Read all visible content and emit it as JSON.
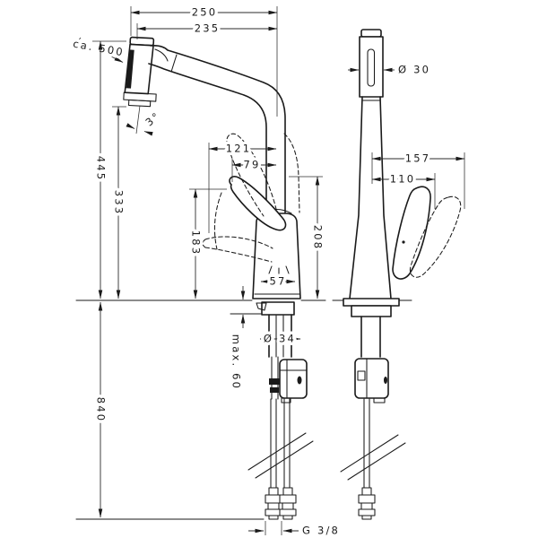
{
  "drawing": {
    "description": "Kitchen mixer tap with pull-out spray – installation dimension drawing, front and side views"
  },
  "dims": {
    "spout_reach_total": "250",
    "spout_reach": "235",
    "pullout_hose": "ca. 500",
    "head_angle": "3°",
    "height_total": "445",
    "height_below_head": "333",
    "lever_reach_max": "121",
    "lever_reach": "79",
    "lever_height": "183",
    "body_height": "208",
    "body_width": "57",
    "hose_below_deck": "840",
    "shank_diameter": "Ø 34",
    "deck_thickness_max": "max. 60",
    "thread": "G 3/8",
    "head_diameter": "Ø 30",
    "side_reach_max": "157",
    "side_reach": "110"
  }
}
